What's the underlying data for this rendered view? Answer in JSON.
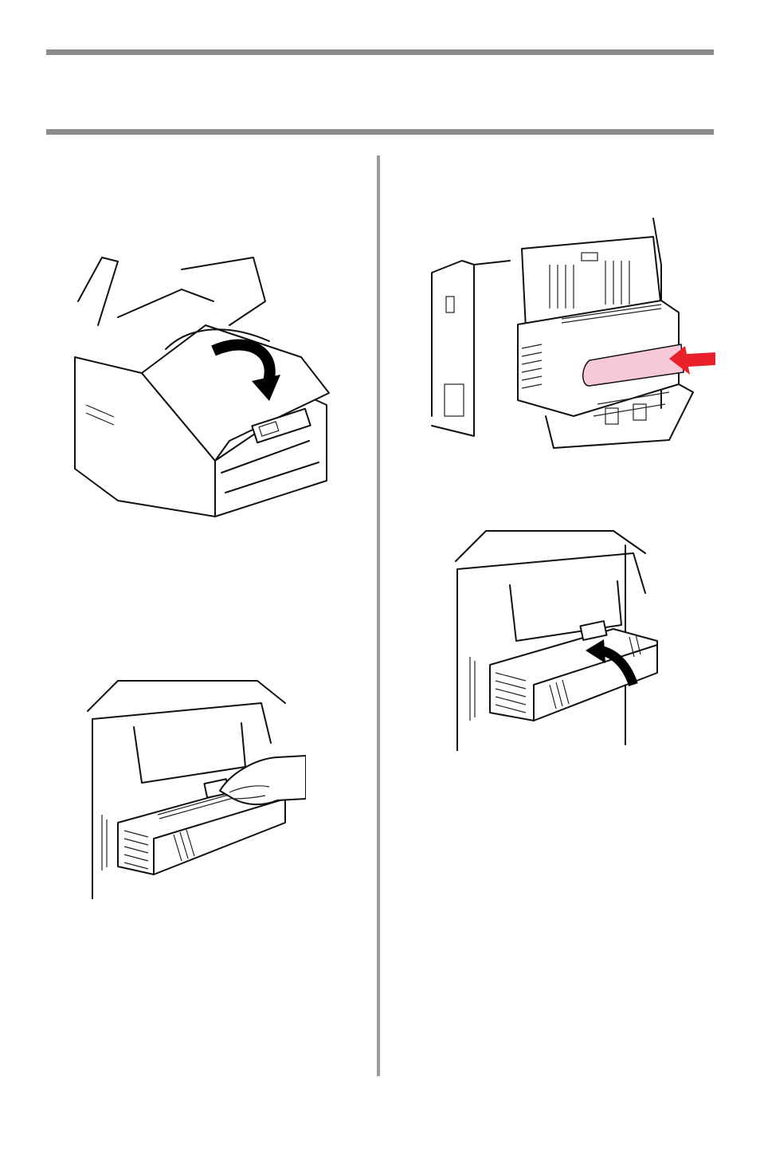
{
  "page": {
    "header_rule_color": "#8c8c8c",
    "column_divider_color": "#9a9a9a"
  },
  "figures": [
    {
      "id": "printer-top-cover",
      "description_icon": "printer-closing-top-cover",
      "arrow": "curved-black"
    },
    {
      "id": "duplex-unit-latch",
      "description_icon": "hand-pulling-duplex-latch"
    },
    {
      "id": "duplex-paper-removal",
      "description_icon": "paper-jam-duplex",
      "arrow": "red",
      "accent": "#e8202a",
      "paper_color": "#f7c9d8"
    },
    {
      "id": "duplex-close",
      "description_icon": "closing-duplex-cover",
      "arrow": "curved-black"
    }
  ]
}
